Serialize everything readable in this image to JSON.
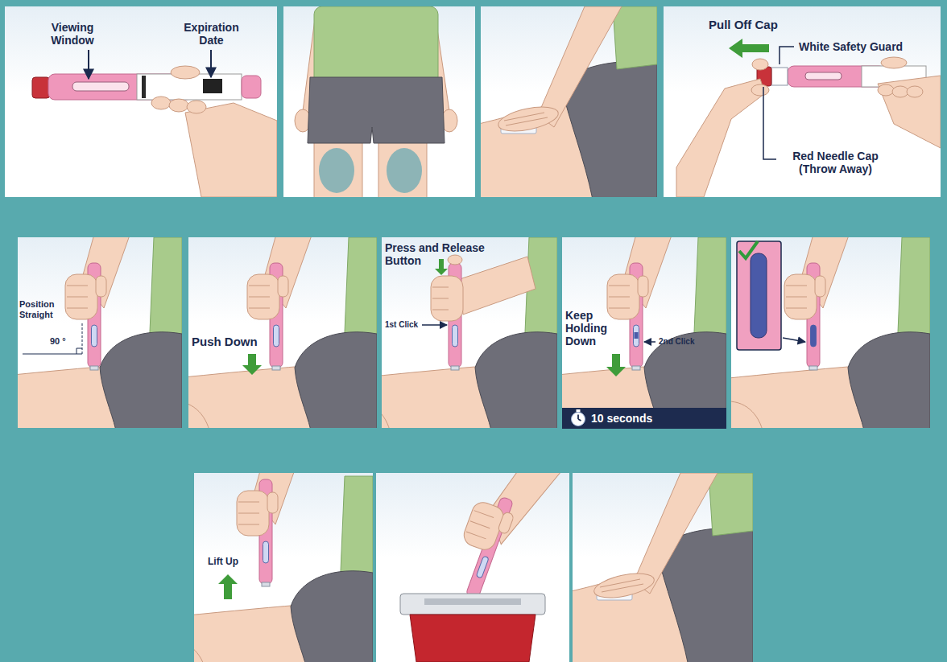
{
  "diagram": {
    "nodes": [
      {
        "text": [
          "10 seconds"
        ]
      }
    ],
    "labels": [
      "Viewing Window",
      "Expiration Date",
      "Pull Off Cap",
      "White Safety Guard",
      "Red Needle Cap (Throw Away)",
      "Position Straight",
      "90 °",
      "Push Down",
      "Press and Release Button",
      "1st Click",
      "Keep Holding Down",
      "2nd Click",
      "Lift Up"
    ]
  }
}
